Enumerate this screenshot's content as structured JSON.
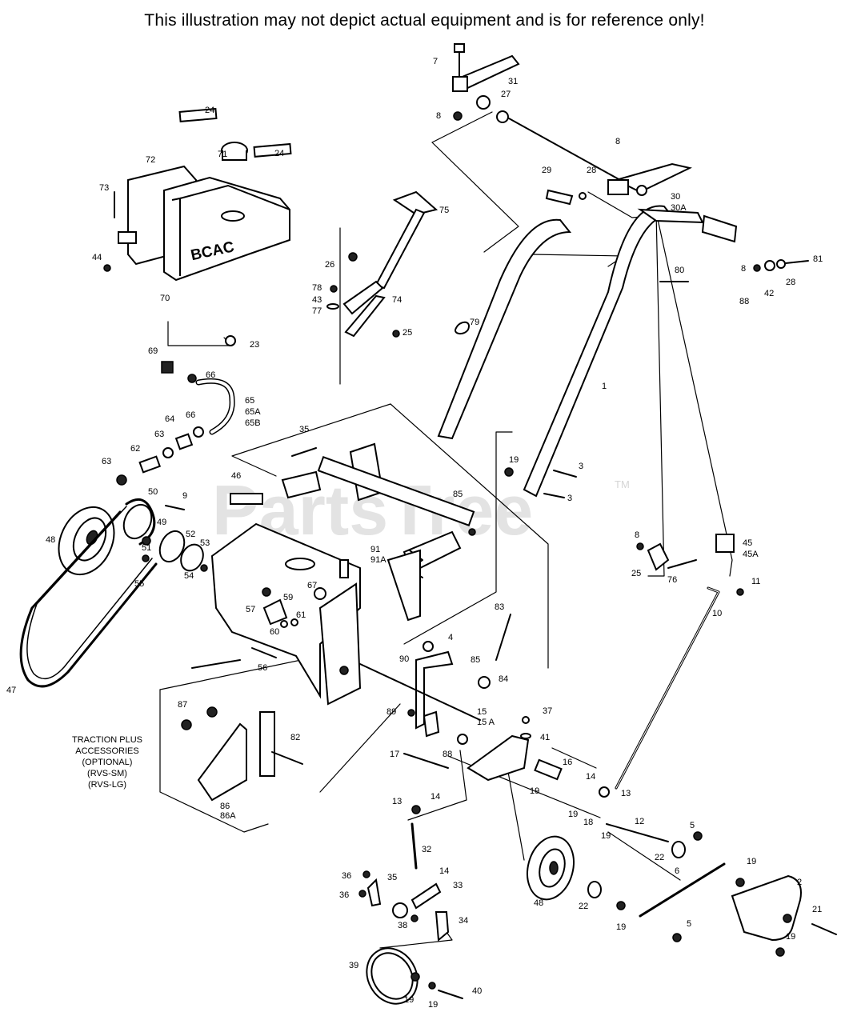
{
  "notice": "This illustration may not depict actual equipment and is for reference only!",
  "watermark": {
    "text": "PartsTree",
    "tm": "TM"
  },
  "tank_brand": "BCAC",
  "accessory_note": {
    "lines": [
      "TRACTION PLUS",
      "ACCESSORIES",
      "(OPTIONAL)",
      "(RVS-SM)",
      "(RVS-LG)"
    ]
  },
  "callouts": [
    {
      "id": "c7",
      "text": "7"
    },
    {
      "id": "c31",
      "text": "31"
    },
    {
      "id": "c27",
      "text": "27"
    },
    {
      "id": "c8a",
      "text": "8"
    },
    {
      "id": "c8b",
      "text": "8"
    },
    {
      "id": "c29",
      "text": "29"
    },
    {
      "id": "c28a",
      "text": "28"
    },
    {
      "id": "c30",
      "text": "30"
    },
    {
      "id": "c30a",
      "text": "30A"
    },
    {
      "id": "c24a",
      "text": "24"
    },
    {
      "id": "c24b",
      "text": "24"
    },
    {
      "id": "c72",
      "text": "72"
    },
    {
      "id": "c71",
      "text": "71"
    },
    {
      "id": "c73",
      "text": "73"
    },
    {
      "id": "c44",
      "text": "44"
    },
    {
      "id": "c70",
      "text": "70"
    },
    {
      "id": "c23",
      "text": "23"
    },
    {
      "id": "c75",
      "text": "75"
    },
    {
      "id": "c26",
      "text": "26"
    },
    {
      "id": "c78",
      "text": "78"
    },
    {
      "id": "c43",
      "text": "43"
    },
    {
      "id": "c77",
      "text": "77"
    },
    {
      "id": "c74",
      "text": "74"
    },
    {
      "id": "c25a",
      "text": "25"
    },
    {
      "id": "c79",
      "text": "79"
    },
    {
      "id": "c80",
      "text": "80"
    },
    {
      "id": "c8c",
      "text": "8"
    },
    {
      "id": "c81",
      "text": "81"
    },
    {
      "id": "c42",
      "text": "42"
    },
    {
      "id": "c28b",
      "text": "28"
    },
    {
      "id": "c88",
      "text": "88"
    },
    {
      "id": "c69",
      "text": "69"
    },
    {
      "id": "c66a",
      "text": "66"
    },
    {
      "id": "c65",
      "text": "65"
    },
    {
      "id": "c65a",
      "text": "65A"
    },
    {
      "id": "c65b",
      "text": "65B"
    },
    {
      "id": "c64",
      "text": "64"
    },
    {
      "id": "c66b",
      "text": "66"
    },
    {
      "id": "c63a",
      "text": "63"
    },
    {
      "id": "c62",
      "text": "62"
    },
    {
      "id": "c63b",
      "text": "63"
    },
    {
      "id": "c1",
      "text": "1"
    },
    {
      "id": "c35a",
      "text": "35"
    },
    {
      "id": "c19a",
      "text": "19"
    },
    {
      "id": "c3a",
      "text": "3"
    },
    {
      "id": "c3b",
      "text": "3"
    },
    {
      "id": "c46",
      "text": "46"
    },
    {
      "id": "c85a",
      "text": "85"
    },
    {
      "id": "c50",
      "text": "50"
    },
    {
      "id": "c9",
      "text": "9"
    },
    {
      "id": "c48a",
      "text": "48"
    },
    {
      "id": "c49",
      "text": "49"
    },
    {
      "id": "c52",
      "text": "52"
    },
    {
      "id": "c51",
      "text": "51"
    },
    {
      "id": "c53",
      "text": "53"
    },
    {
      "id": "c55",
      "text": "55"
    },
    {
      "id": "c54",
      "text": "54"
    },
    {
      "id": "c91",
      "text": "91"
    },
    {
      "id": "c91a",
      "text": "91A"
    },
    {
      "id": "c8d",
      "text": "8"
    },
    {
      "id": "c45",
      "text": "45"
    },
    {
      "id": "c45a",
      "text": "45A"
    },
    {
      "id": "c25b",
      "text": "25"
    },
    {
      "id": "c76",
      "text": "76"
    },
    {
      "id": "c11",
      "text": "11"
    },
    {
      "id": "c67",
      "text": "67"
    },
    {
      "id": "c59",
      "text": "59"
    },
    {
      "id": "c57",
      "text": "57"
    },
    {
      "id": "c60",
      "text": "60"
    },
    {
      "id": "c61",
      "text": "61"
    },
    {
      "id": "c10",
      "text": "10"
    },
    {
      "id": "c83",
      "text": "83"
    },
    {
      "id": "c4",
      "text": "4"
    },
    {
      "id": "c56",
      "text": "56"
    },
    {
      "id": "c47",
      "text": "47"
    },
    {
      "id": "c90",
      "text": "90"
    },
    {
      "id": "c85b",
      "text": "85"
    },
    {
      "id": "c84",
      "text": "84"
    },
    {
      "id": "c87",
      "text": "87"
    },
    {
      "id": "c15",
      "text": "15"
    },
    {
      "id": "c15a",
      "text": "15 A"
    },
    {
      "id": "c37",
      "text": "37"
    },
    {
      "id": "c89",
      "text": "89"
    },
    {
      "id": "c41",
      "text": "41"
    },
    {
      "id": "c82",
      "text": "82"
    },
    {
      "id": "c17",
      "text": "17"
    },
    {
      "id": "c88b",
      "text": "88"
    },
    {
      "id": "c16",
      "text": "16"
    },
    {
      "id": "c14a",
      "text": "14"
    },
    {
      "id": "c13a",
      "text": "13"
    },
    {
      "id": "c86",
      "text": "86"
    },
    {
      "id": "c86a",
      "text": "86A"
    },
    {
      "id": "c13b",
      "text": "13"
    },
    {
      "id": "c14b",
      "text": "14"
    },
    {
      "id": "c19b",
      "text": "19"
    },
    {
      "id": "c19c",
      "text": "19"
    },
    {
      "id": "c18",
      "text": "18"
    },
    {
      "id": "c12",
      "text": "12"
    },
    {
      "id": "c5a",
      "text": "5"
    },
    {
      "id": "c19d",
      "text": "19"
    },
    {
      "id": "c22a",
      "text": "22"
    },
    {
      "id": "c32",
      "text": "32"
    },
    {
      "id": "c6",
      "text": "6"
    },
    {
      "id": "c19e",
      "text": "19"
    },
    {
      "id": "c2",
      "text": "2"
    },
    {
      "id": "c14c",
      "text": "14"
    },
    {
      "id": "c36a",
      "text": "36"
    },
    {
      "id": "c35b",
      "text": "35"
    },
    {
      "id": "c33",
      "text": "33"
    },
    {
      "id": "c36b",
      "text": "36"
    },
    {
      "id": "c48b",
      "text": "48"
    },
    {
      "id": "c22b",
      "text": "22"
    },
    {
      "id": "c21",
      "text": "21"
    },
    {
      "id": "c34",
      "text": "34"
    },
    {
      "id": "c38",
      "text": "38"
    },
    {
      "id": "c19f",
      "text": "19"
    },
    {
      "id": "c19g",
      "text": "19"
    },
    {
      "id": "c5b",
      "text": "5"
    },
    {
      "id": "c39",
      "text": "39"
    },
    {
      "id": "c40",
      "text": "40"
    },
    {
      "id": "c19h",
      "text": "19"
    },
    {
      "id": "c19i",
      "text": "19"
    }
  ]
}
